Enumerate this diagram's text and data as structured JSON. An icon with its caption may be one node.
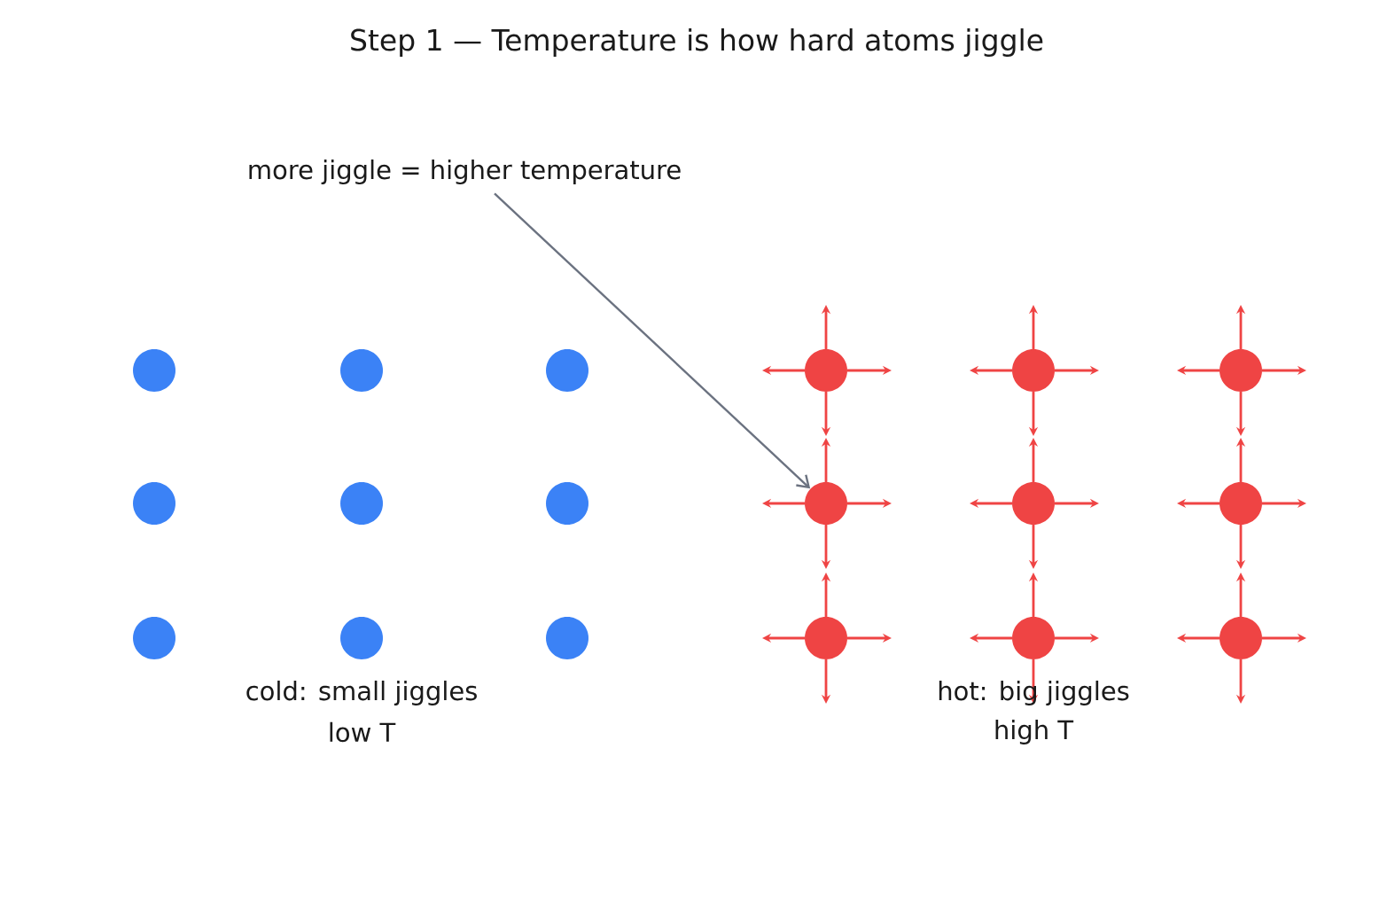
{
  "diagram": {
    "title": "Step 1 — Temperature is how hard atoms jiggle",
    "nodes": [
      {
        "text": [
          "more jiggle = higher temperature"
        ]
      },
      {
        "text": [],
        "shape": "circle"
      }
    ],
    "edges": [
      {
        "from": 0,
        "to": 1,
        "arrow": "to",
        "color": "#6b7280"
      }
    ],
    "labels": [
      "cold: small jiggles",
      "low T",
      "hot: big jiggles",
      "high T"
    ]
  }
}
